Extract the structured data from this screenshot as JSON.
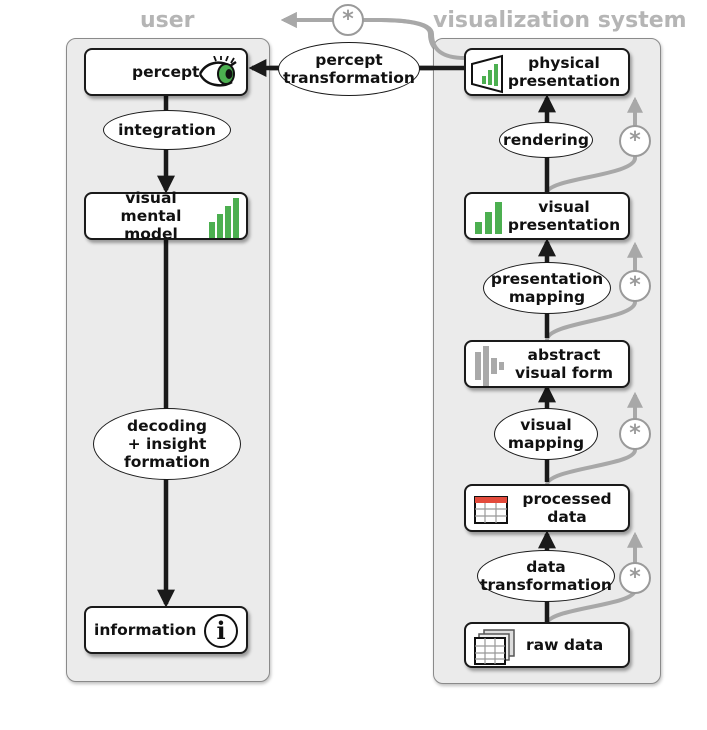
{
  "user_title": "user",
  "system_title": "visualization system",
  "user": {
    "percept": "percept",
    "integration": "integration",
    "visual_mental_model": [
      "visual",
      "mental model"
    ],
    "decoding": [
      "decoding",
      "+ insight",
      "formation"
    ],
    "information": "information"
  },
  "system": {
    "physical_presentation": [
      "physical",
      "presentation"
    ],
    "rendering": "rendering",
    "visual_presentation": [
      "visual",
      "presentation"
    ],
    "presentation_mapping": [
      "presentation",
      "mapping"
    ],
    "abstract_visual_form": [
      "abstract",
      "visual form"
    ],
    "visual_mapping": [
      "visual",
      "mapping"
    ],
    "processed_data": [
      "processed",
      "data"
    ],
    "data_transformation": [
      "data",
      "transformation"
    ],
    "raw_data": "raw data"
  },
  "percept_transformation": [
    "percept",
    "transformation"
  ],
  "star_glyph": "*",
  "info_glyph": "i",
  "colors": {
    "panel_bg": "#ebebeb",
    "title_gray": "#b5b5b5",
    "arrow_black": "#1a1a1a",
    "arrow_gray": "#a8a8a8",
    "bar_green": "#4caf50",
    "bar_gray": "#a9a9a9"
  },
  "icons": {
    "percept": "eye-icon",
    "visual_mental_model": "bar-chart-icon",
    "information": "info-icon",
    "physical_presentation": "screen-chart-icon",
    "visual_presentation": "bar-chart-icon",
    "abstract_visual_form": "abstract-bars-icon",
    "processed_data": "table-icon",
    "raw_data": "stacked-table-icon"
  },
  "caption": ""
}
